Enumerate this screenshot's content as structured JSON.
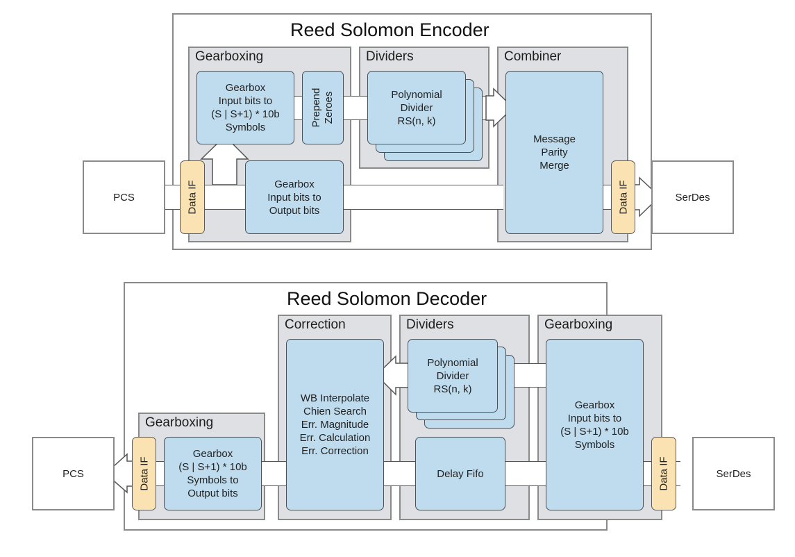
{
  "encoder": {
    "title": "Reed Solomon Encoder",
    "groups": {
      "gearboxing": "Gearboxing",
      "dividers": "Dividers",
      "combiner": "Combiner"
    },
    "blocks": {
      "gearbox_symbols": "Gearbox\nInput bits to\n(S | S+1) * 10b\nSymbols",
      "prepend_zeroes": "Prepend\nZeroes",
      "polynomial_divider": "Polynomial\nDivider\nRS(n, k)",
      "gearbox_output": "Gearbox\nInput bits to\nOutput bits",
      "combiner": "Message\nParity\nMerge"
    },
    "data_if_left": "Data IF",
    "data_if_right": "Data IF",
    "ext_left": "PCS",
    "ext_right": "SerDes"
  },
  "decoder": {
    "title": "Reed Solomon Decoder",
    "groups": {
      "correction": "Correction",
      "dividers": "Dividers",
      "gearboxing_in": "Gearboxing",
      "gearboxing_out": "Gearboxing"
    },
    "blocks": {
      "correction": "WB Interpolate\nChien Search\nErr. Magnitude\nErr. Calculation\nErr. Correction",
      "polynomial_divider": "Polynomial\nDivider\nRS(n, k)",
      "delay_fifo": "Delay Fifo",
      "gearbox_symbols": "Gearbox\nInput bits to\n(S | S+1) * 10b\nSymbols",
      "gearbox_output": "Gearbox\n(S | S+1) * 10b\nSymbols to\nOutput bits"
    },
    "data_if_left": "Data IF",
    "data_if_right": "Data IF",
    "ext_left": "PCS",
    "ext_right": "SerDes"
  },
  "colors": {
    "block_fill": "#bfdcee",
    "group_fill": "#dfe0e3",
    "data_if_fill": "#fbe2b3"
  }
}
